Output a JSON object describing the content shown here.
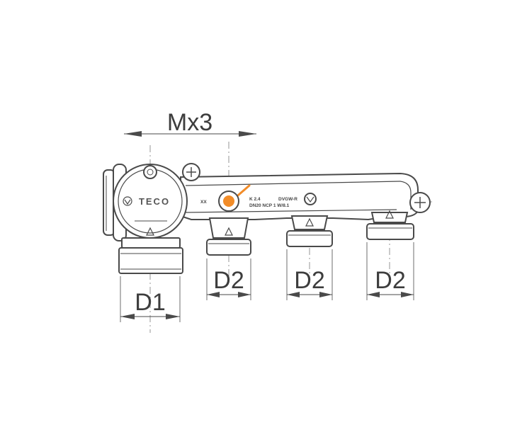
{
  "dimensions": {
    "spacing": "Mx3",
    "inlet": "D1",
    "outlets": [
      "D2",
      "D2",
      "D2"
    ]
  },
  "product": {
    "brand": "TECO",
    "marking_left": "XX",
    "marking_1": "K 2.4",
    "marking_2": "DVGW-R",
    "marking_3": "DN20 NCP 1 W/8.1"
  },
  "colors": {
    "line": "#4a4a4a",
    "accent": "#f28c28",
    "background": "#ffffff"
  }
}
